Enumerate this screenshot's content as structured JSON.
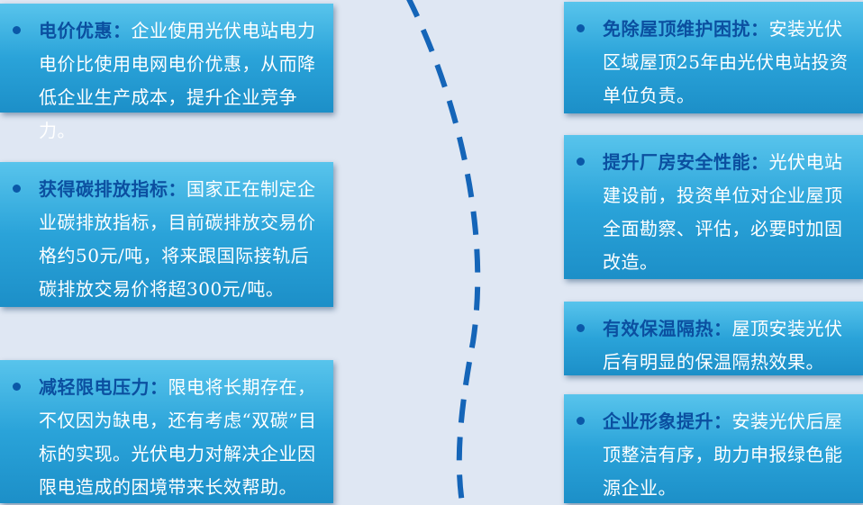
{
  "left_cards": [
    {
      "label": "电价优惠",
      "sep": "：",
      "body": "企业使用光伏电站电力电价比使用电网电价优惠，从而降低企业生产成本，提升企业竞争力。"
    },
    {
      "label": "获得碳排放指标",
      "sep": "：",
      "body": "国家正在制定企业碳排放指标，目前碳排放交易价格约50元/吨，将来跟国际接轨后碳排放交易价将超300元/吨。"
    },
    {
      "label": "减轻限电压力",
      "sep": "：",
      "body": "限电将长期存在，不仅因为缺电，还有考虑“双碳”目标的实现。光伏电力对解决企业因限电造成的困境带来长效帮助。"
    }
  ],
  "right_cards": [
    {
      "label": "免除屋顶维护困扰",
      "sep": "：",
      "body": "安装光伏区域屋顶25年由光伏电站投资单位负责。"
    },
    {
      "label": "提升厂房安全性能",
      "sep": "：",
      "body": "光伏电站建设前，投资单位对企业屋顶全面勘察、评估，必要时加固改造。"
    },
    {
      "label": "有效保温隔热",
      "sep": "：",
      "body": "屋顶安装光伏后有明显的保温隔热效果。"
    },
    {
      "label": "企业形象提升",
      "sep": "：",
      "body": "安装光伏后屋顶整洁有序，助力申报绿色能源企业。"
    }
  ],
  "colors": {
    "background": "#dfe7f3",
    "card_top": "#58c4ec",
    "card_bottom": "#1c8fc8",
    "label": "#0b4fa0",
    "divider": "#1565b8"
  }
}
